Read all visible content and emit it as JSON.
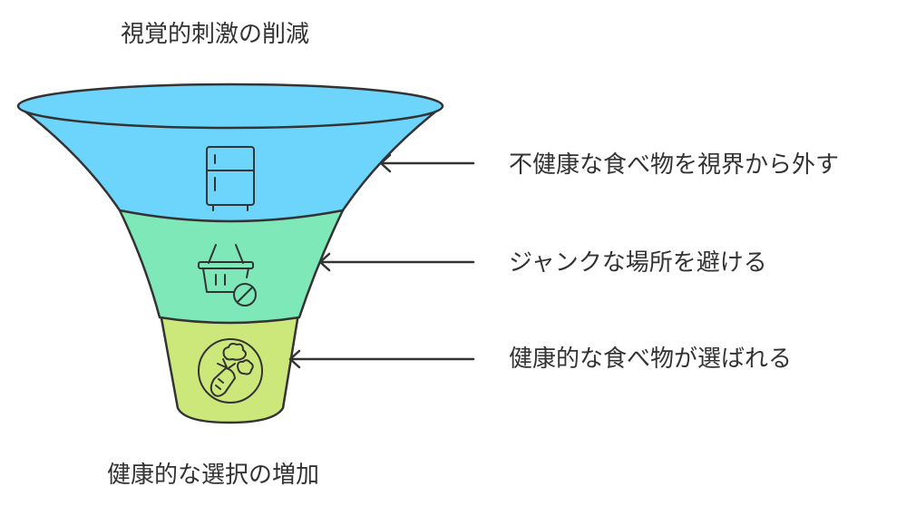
{
  "diagram": {
    "top_label": "視覚的刺激の削減",
    "bottom_label": "健康的な選択の増加",
    "stages": [
      {
        "label": "不健康な食べ物を視界から外す",
        "icon": "refrigerator-icon",
        "color": "#6dd5fb"
      },
      {
        "label": "ジャンクな場所を避ける",
        "icon": "no-shopping-basket-icon",
        "color": "#7ee8b9"
      },
      {
        "label": "健康的な食べ物が選ばれる",
        "icon": "vegetables-icon",
        "color": "#cde87a"
      }
    ],
    "stroke_color": "#333333",
    "arrow_color": "#333333"
  }
}
